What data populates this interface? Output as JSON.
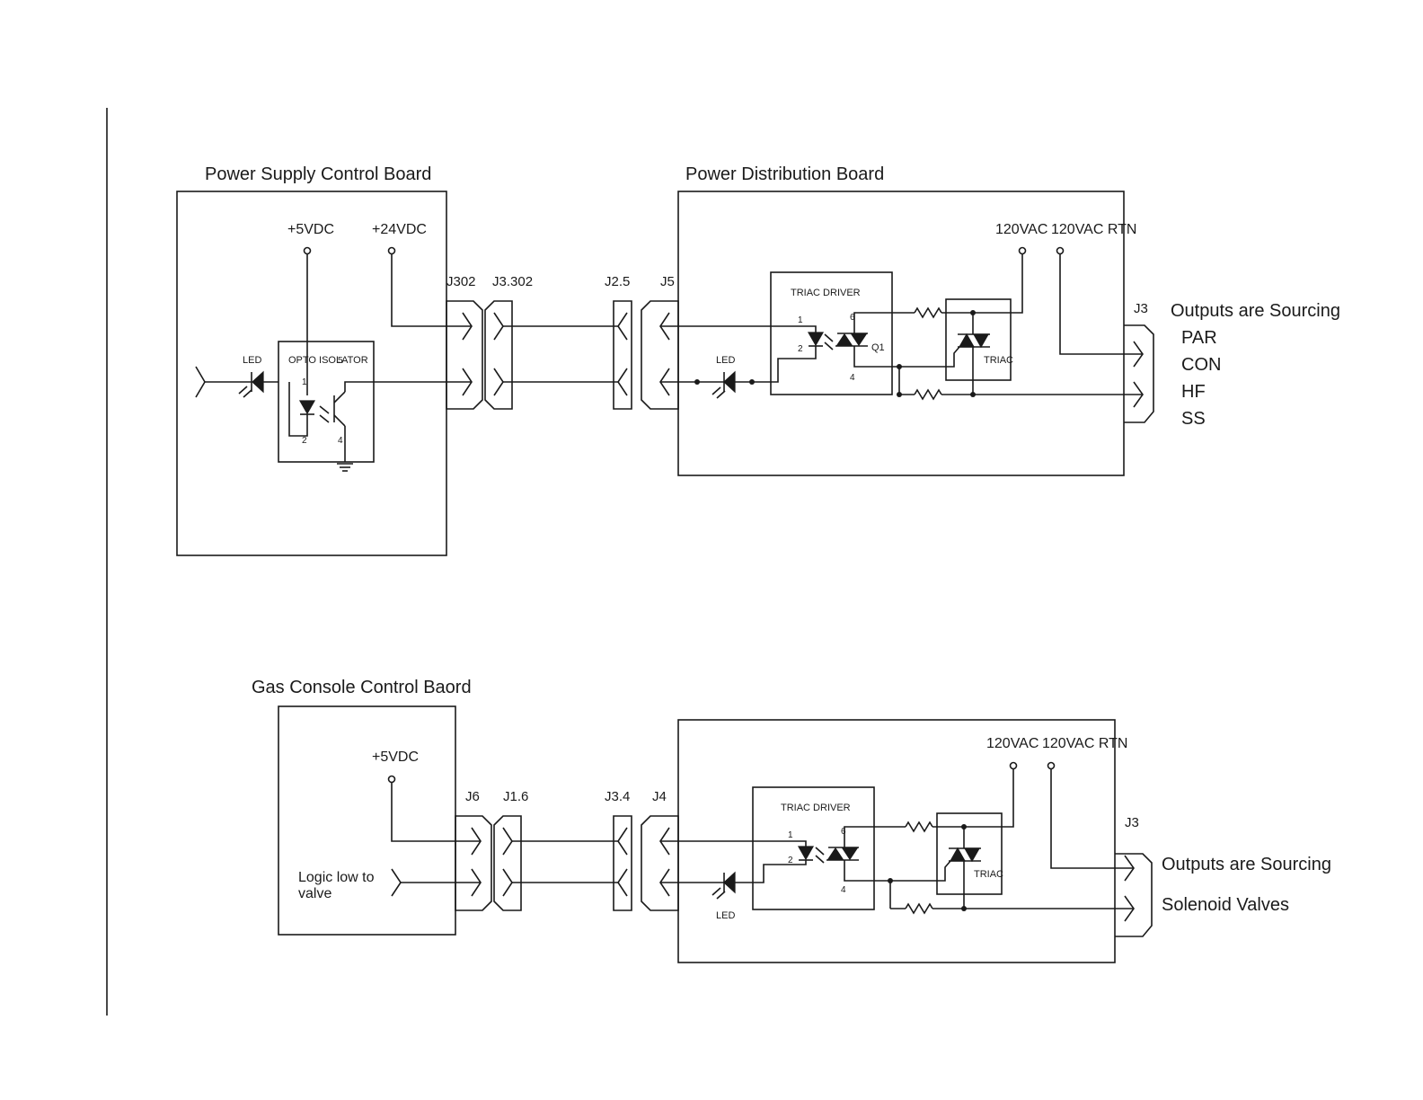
{
  "top": {
    "board_left": "Power Supply Control Board",
    "board_right": "Power Distribution Board",
    "rail_5v": "+5VDC",
    "rail_24v": "+24VDC",
    "ac": "120VAC",
    "ac_rtn": "120VAC RTN",
    "led_left": "LED",
    "opto": "OPTO ISOLATOR",
    "opto_pin1": "1",
    "opto_pin2": "2",
    "opto_pin4": "4",
    "opto_pin5": "5",
    "conn_j302": "J302",
    "conn_j3302": "J3.302",
    "conn_j25": "J2.5",
    "conn_j5": "J5",
    "triac_driver": "TRIAC DRIVER",
    "drv_pin1": "1",
    "drv_pin2": "2",
    "drv_pin4": "4",
    "drv_pin6": "6",
    "q1": "Q1",
    "led_right": "LED",
    "triac": "TRIAC",
    "conn_j3": "J3",
    "outputs": "Outputs are Sourcing",
    "out_items": [
      "PAR",
      "CON",
      "HF",
      "SS"
    ]
  },
  "bottom": {
    "board_left": "Gas Console Control Baord",
    "rail_5v": "+5VDC",
    "logic_line1": "Logic low to",
    "logic_line2": "valve",
    "conn_j6": "J6",
    "conn_j16": "J1.6",
    "conn_j34": "J3.4",
    "conn_j4": "J4",
    "ac": "120VAC",
    "ac_rtn": "120VAC RTN",
    "triac_driver": "TRIAC DRIVER",
    "drv_pin1": "1",
    "drv_pin2": "2",
    "drv_pin4": "4",
    "drv_pin6": "6",
    "led": "LED",
    "triac": "TRIAC",
    "conn_j3": "J3",
    "outputs": "Outputs are Sourcing",
    "out_item": "Solenoid Valves"
  }
}
